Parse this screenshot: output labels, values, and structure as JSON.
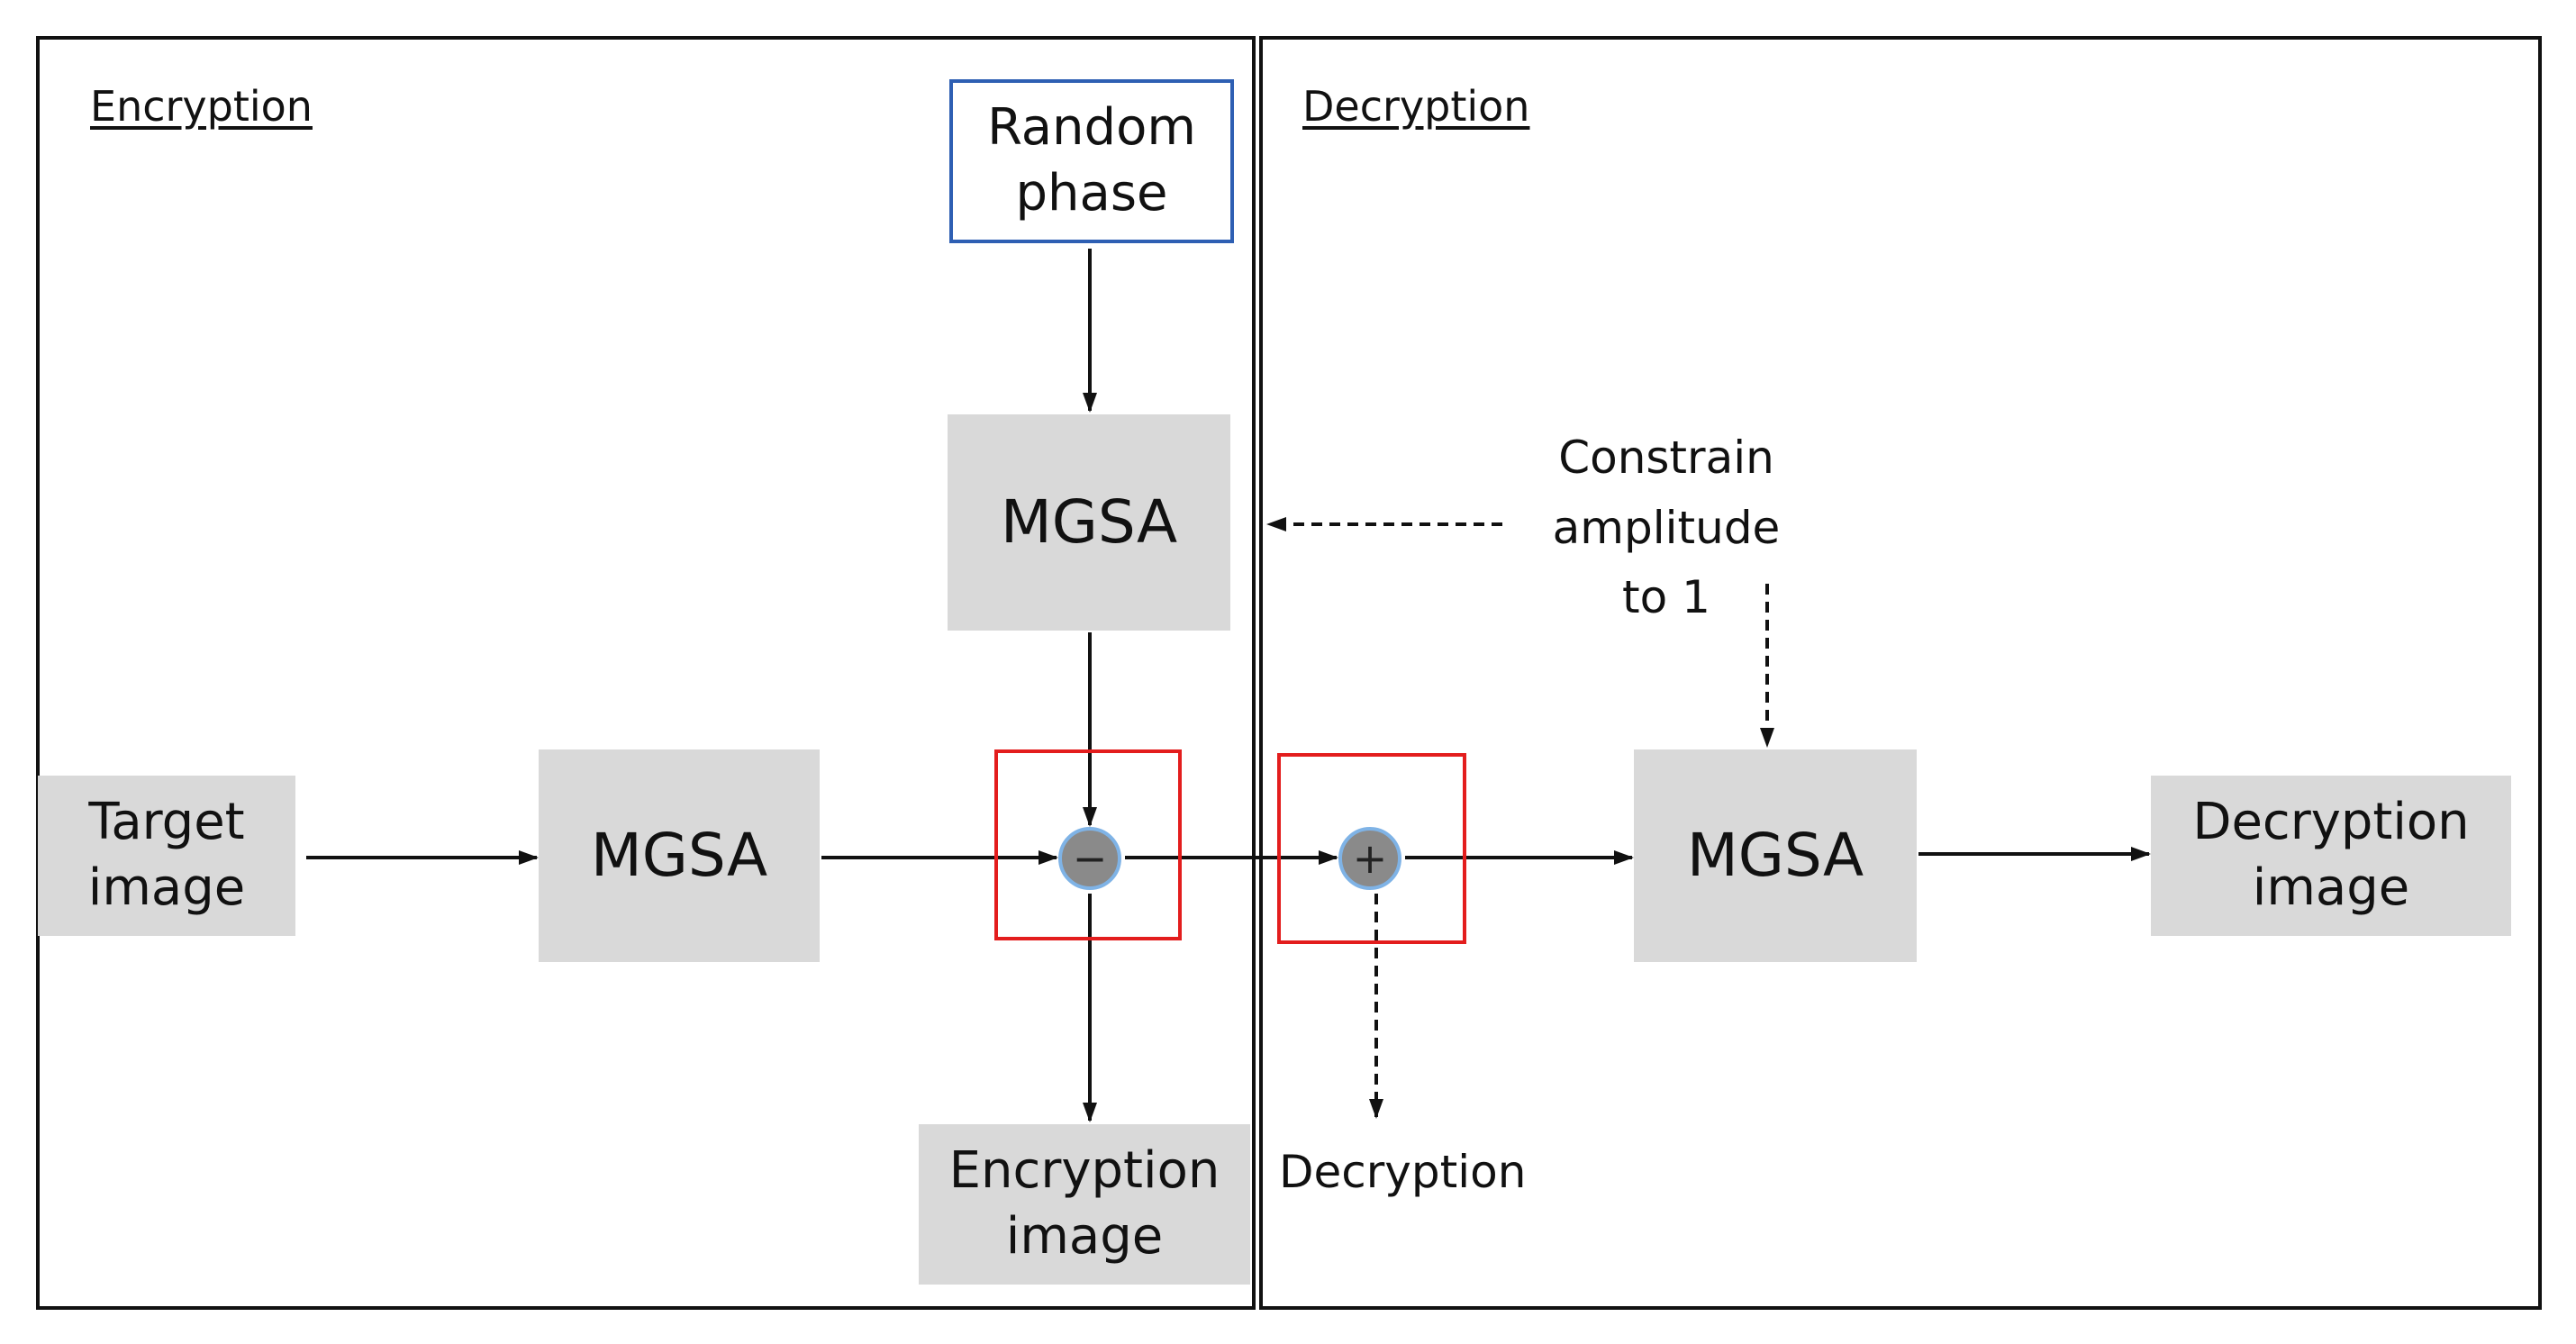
{
  "sections": {
    "encryption": "Encryption",
    "decryption": "Decryption"
  },
  "boxes": {
    "random_phase": [
      "Random",
      "phase"
    ],
    "target_image": [
      "Target",
      "image"
    ],
    "mgsa_encrypt": "MGSA",
    "mgsa_random": "MGSA",
    "encryption_image": [
      "Encryption",
      "image"
    ],
    "mgsa_decrypt": "MGSA",
    "decryption_image": [
      "Decryption",
      "image"
    ]
  },
  "operators": {
    "subtract": "−",
    "add": "+"
  },
  "annotations": {
    "constrain": [
      "Constrain",
      "amplitude",
      "to 1"
    ],
    "decryption_output": "Decryption"
  },
  "colors": {
    "box_fill": "#d9d9d9",
    "random_phase_border": "#2e5fb3",
    "operator_highlight": "#e31d1d",
    "operator_fill": "#8a8a8a",
    "operator_ring": "#7fb3e6",
    "line": "#111111"
  }
}
